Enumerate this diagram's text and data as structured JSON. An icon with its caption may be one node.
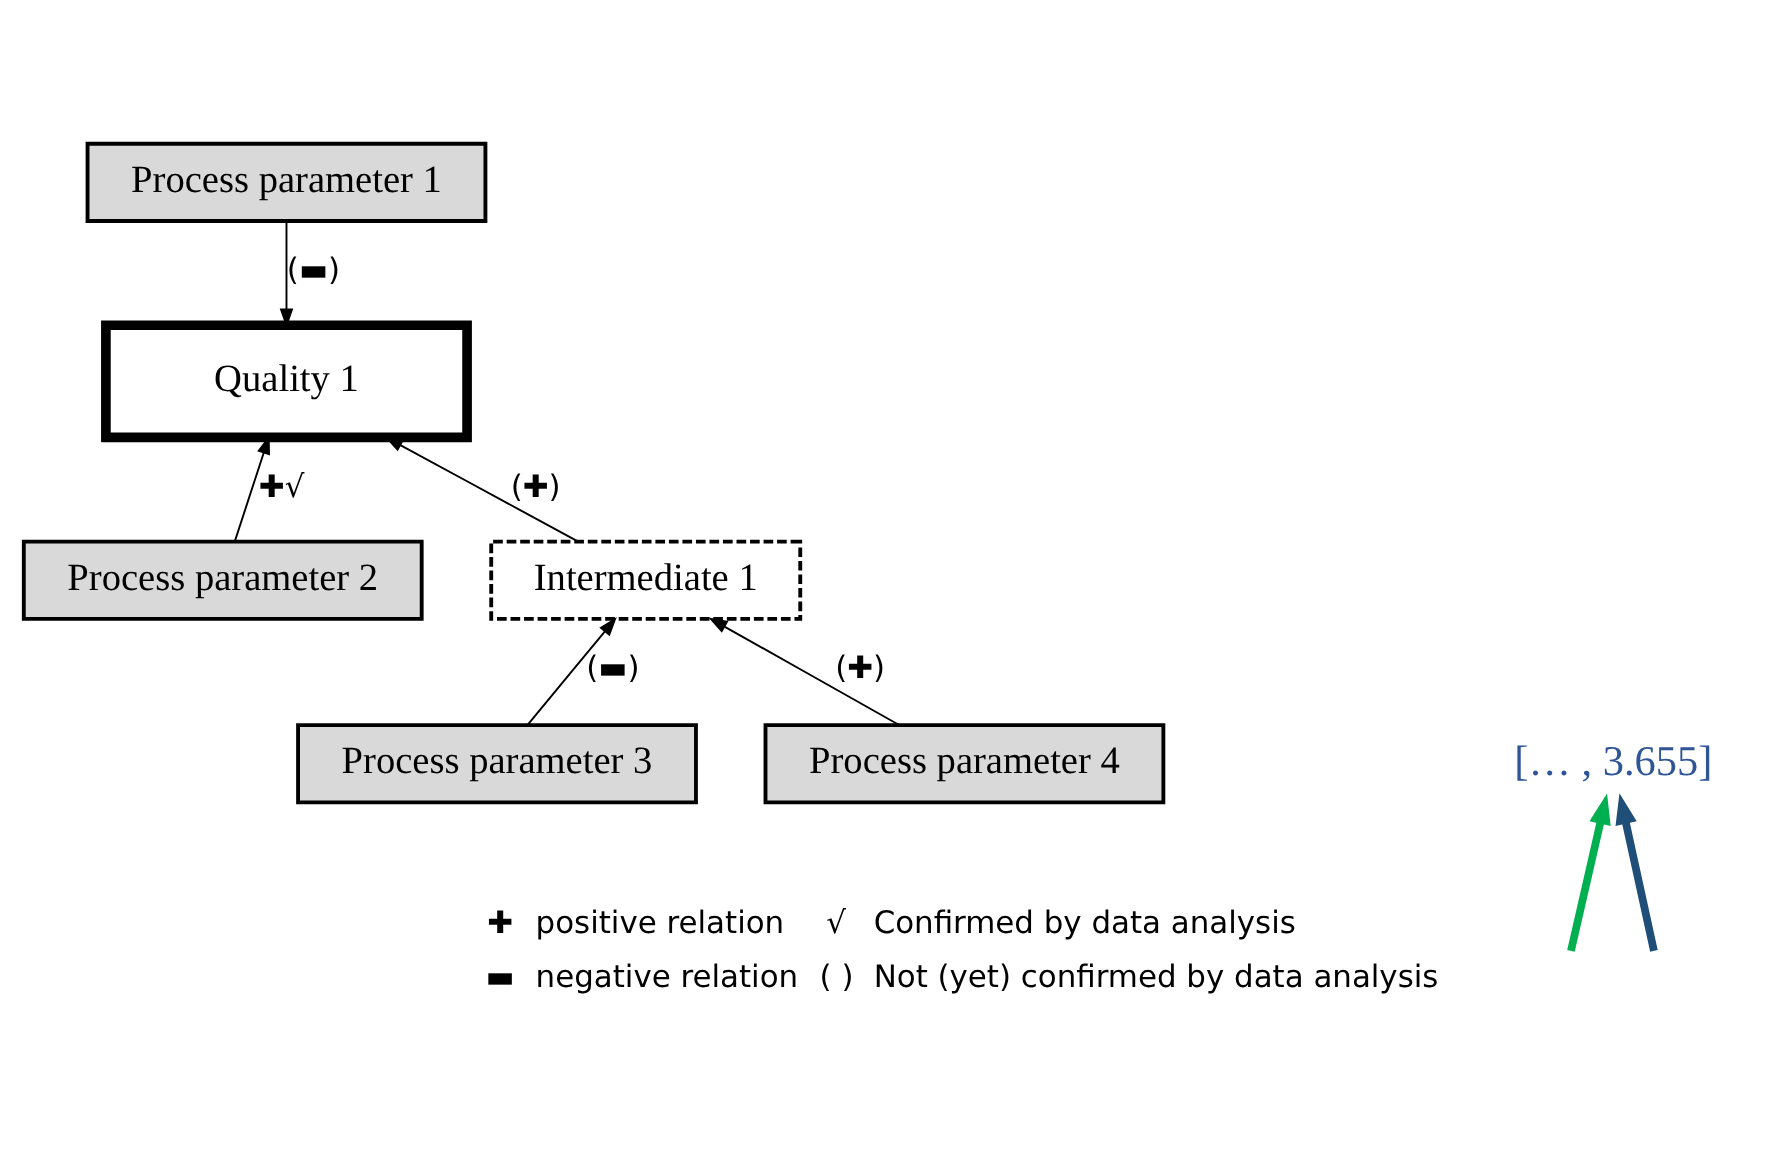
{
  "diagram": {
    "nodes": [
      {
        "text": [
          "Process parameter 1"
        ]
      },
      {
        "text": [
          "Quality 1"
        ]
      },
      {
        "text": [
          "Process parameter 2"
        ]
      },
      {
        "text": [
          "Intermediate 1"
        ]
      },
      {
        "text": [
          "Process parameter 3"
        ]
      },
      {
        "text": [
          "Process parameter 4"
        ]
      },
      {
        "text": [
          "[… , 3.655]"
        ]
      }
    ],
    "edges": [
      {
        "from": 0,
        "to": 1,
        "arrow": "to",
        "label": "(▬)"
      },
      {
        "from": 2,
        "to": 1,
        "arrow": "to",
        "label": "✚√"
      },
      {
        "from": 3,
        "to": 1,
        "arrow": "to",
        "label": "(✚)"
      },
      {
        "from": 4,
        "to": 3,
        "arrow": "to",
        "label": "(▬)"
      },
      {
        "from": 5,
        "to": 3,
        "arrow": "to",
        "label": "(✚)"
      },
      {
        "from": null,
        "to": 6,
        "arrow": "to",
        "style": "thick",
        "color": "#00b050"
      },
      {
        "from": null,
        "to": 6,
        "arrow": "to",
        "style": "thick",
        "color": "#1f4e79"
      }
    ],
    "labels": [
      "✚",
      "positive relation",
      "√",
      "Confirmed by data analysis",
      "▬",
      "negative relation",
      "( )",
      "Not (yet) confirmed by data analysis"
    ]
  }
}
